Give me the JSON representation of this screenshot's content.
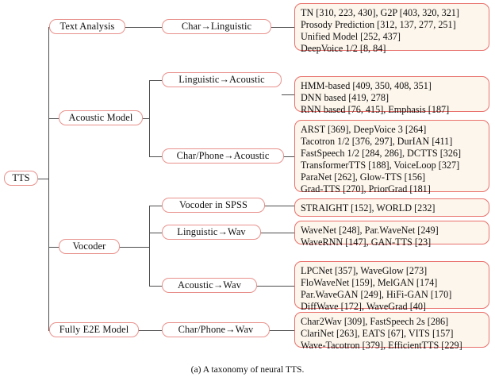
{
  "figure": {
    "caption": "(a) A taxonomy of neural TTS.",
    "root_label": "TTS",
    "colors": {
      "node_border": "#e8918c",
      "leaf_border": "#e8706b",
      "leaf_fill": "#fdf6ec",
      "edge": "#4d4d4d",
      "text": "#111111",
      "background": "#ffffff"
    }
  },
  "tree": {
    "root": {
      "label": "TTS"
    },
    "branches": [
      {
        "label": "Text Analysis",
        "children": [
          {
            "label": "Char→Linguistic",
            "leaf_lines": [
              "TN [310, 223, 430], G2P [403, 320, 321]",
              "Prosody Prediction [312, 137, 277, 251]",
              "Unified Model [252, 437]",
              "DeepVoice 1/2 [8, 84]"
            ]
          }
        ]
      },
      {
        "label": "Acoustic Model",
        "children": [
          {
            "label": "Linguistic→Acoustic",
            "leaf_lines": [
              "HMM-based [409, 350, 408, 351]",
              "DNN based [419, 278]",
              "RNN based [76, 415], Emphasis [187]"
            ]
          },
          {
            "label": "Char/Phone→Acoustic",
            "leaf_lines": [
              "ARST [369], DeepVoice 3 [264]",
              "Tacotron 1/2 [376, 297], DurIAN [411]",
              "FastSpeech 1/2 [284, 286], DCTTS [326]",
              "TransformerTTS [188], VoiceLoop [327]",
              "ParaNet [262], Glow-TTS [156]",
              "Grad-TTS [270], PriorGrad [181]"
            ]
          }
        ]
      },
      {
        "label": "Vocoder",
        "children": [
          {
            "label": "Vocoder in SPSS",
            "leaf_lines": [
              "STRAIGHT [152], WORLD [232]"
            ]
          },
          {
            "label": "Linguistic→Wav",
            "leaf_lines": [
              "WaveNet [248], Par.WaveNet [249]",
              "WaveRNN [147], GAN-TTS [23]"
            ]
          },
          {
            "label": "Acoustic→Wav",
            "leaf_lines": [
              "LPCNet [357], WaveGlow [273]",
              "FloWaveNet [159], MelGAN [174]",
              "Par.WaveGAN [249], HiFi-GAN [170]",
              "DiffWave [172], WaveGrad [40]"
            ]
          }
        ]
      },
      {
        "label": "Fully E2E Model",
        "children": [
          {
            "label": "Char/Phone→Wav",
            "leaf_lines": [
              "Char2Wav [309], FastSpeech 2s [286]",
              "ClariNet [263], EATS [67], VITS [157]",
              "Wave-Tacotron [379], EfficientTTS [229]"
            ]
          }
        ]
      }
    ]
  }
}
